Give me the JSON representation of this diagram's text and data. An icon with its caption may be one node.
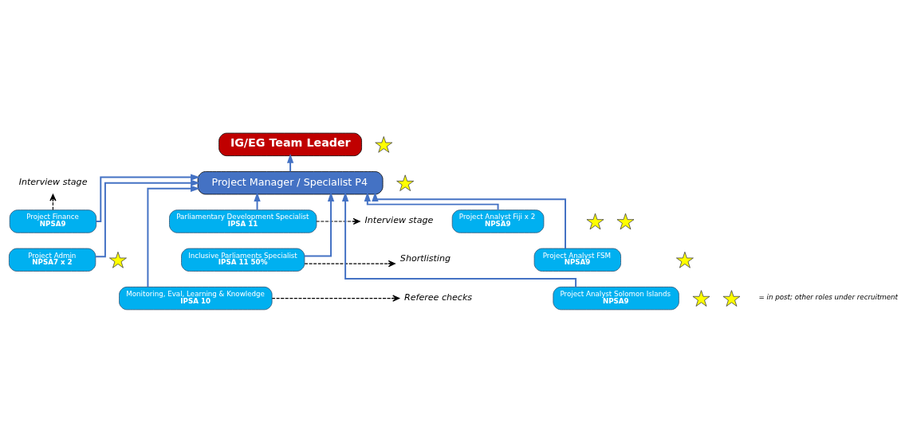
{
  "diagram": {
    "nodes": [
      {
        "text": [
          "IG/EG Team Leader"
        ]
      },
      {
        "text": [
          "Project Manager / Specialist P4"
        ]
      },
      {
        "text": [
          "Interview stage"
        ]
      },
      {
        "text": [
          "Project Analyst Fiji x 2",
          "NPSA9"
        ]
      },
      {
        "text": [
          "Project Finance",
          "NPSA9"
        ]
      },
      {
        "text": [
          "Parliamentary Development Specialist",
          "IPSA 11"
        ]
      },
      {
        "text": [
          "Interview stage"
        ]
      },
      {
        "text": [
          "Project Analyst FSM",
          "NPSA9"
        ]
      },
      {
        "text": [
          "Project Admin",
          "NPSA7 x 2"
        ]
      },
      {
        "text": [
          "Inclusive Parliaments Specialist",
          "IPSA 11 50%"
        ]
      },
      {
        "text": [
          "Shortlisting"
        ]
      },
      {
        "text": [
          "Project Analyst Solomon Islands",
          "NPSA9"
        ]
      },
      {
        "text": [
          "Monitoring, Eval, Learning & Knowledge",
          "IPSA 10"
        ]
      },
      {
        "text": [
          "Referee checks"
        ]
      },
      {
        "text": [],
        "shape": "star"
      },
      {
        "text": [],
        "shape": "star"
      },
      {
        "text": [],
        "shape": "star"
      },
      {
        "text": [],
        "shape": "star"
      },
      {
        "text": [],
        "shape": "star"
      },
      {
        "text": [],
        "shape": "star"
      },
      {
        "text": [],
        "shape": "star"
      },
      {
        "text": [],
        "shape": "star"
      }
    ],
    "edges": [
      {
        "from": 1,
        "to": 0,
        "arrow": "to"
      },
      {
        "from": 3,
        "to": 1,
        "arrow": "to"
      },
      {
        "from": 4,
        "to": 1,
        "arrow": "to"
      },
      {
        "from": 5,
        "to": 1,
        "arrow": "to"
      },
      {
        "from": 7,
        "to": 1,
        "arrow": "to"
      },
      {
        "from": 8,
        "to": 1,
        "arrow": "to"
      },
      {
        "from": 9,
        "to": 1,
        "arrow": "to"
      },
      {
        "from": 11,
        "to": 1,
        "arrow": "to"
      },
      {
        "from": 12,
        "to": 1,
        "arrow": "to"
      },
      {
        "from": 4,
        "to": 2,
        "arrow": "to",
        "style": "dashed",
        "color": "#000000"
      },
      {
        "from": 5,
        "to": 6,
        "arrow": "to",
        "style": "dashed",
        "color": "#000000"
      },
      {
        "from": 9,
        "to": 10,
        "arrow": "to",
        "style": "dashed",
        "color": "#000000"
      },
      {
        "from": 12,
        "to": 13,
        "arrow": "to",
        "style": "dashed",
        "color": "#000000"
      }
    ],
    "legend": [
      {
        "text": "= in post; other roles under recruitment"
      }
    ]
  }
}
